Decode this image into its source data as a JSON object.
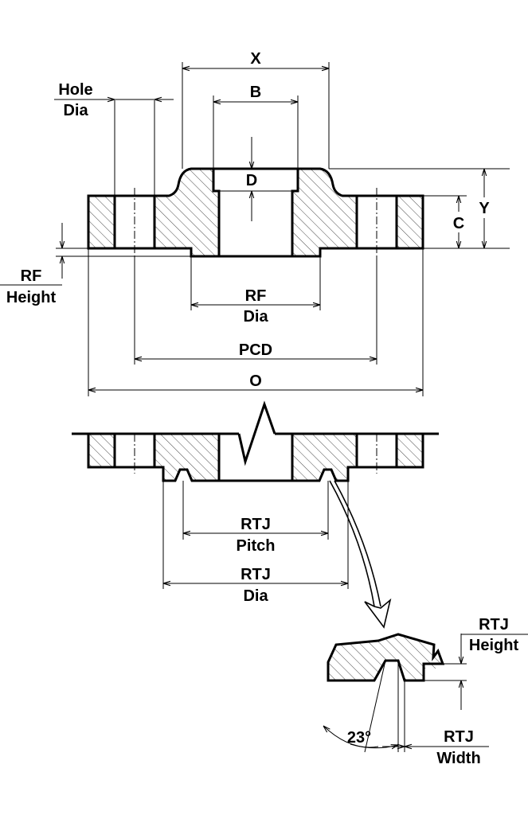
{
  "labels": {
    "x": "X",
    "b": "B",
    "d": "D",
    "c": "C",
    "y": "Y",
    "hole_dia_line1": "Hole",
    "hole_dia_line2": "Dia",
    "rf_height_line1": "RF",
    "rf_height_line2": "Height",
    "rf_dia_line1": "RF",
    "rf_dia_line2": "Dia",
    "pcd": "PCD",
    "o": "O",
    "rtj_pitch_line1": "RTJ",
    "rtj_pitch_line2": "Pitch",
    "rtj_dia_line1": "RTJ",
    "rtj_dia_line2": "Dia",
    "rtj_height_line1": "RTJ",
    "rtj_height_line2": "Height",
    "rtj_width_line1": "RTJ",
    "rtj_width_line2": "Width",
    "angle": "23°"
  }
}
